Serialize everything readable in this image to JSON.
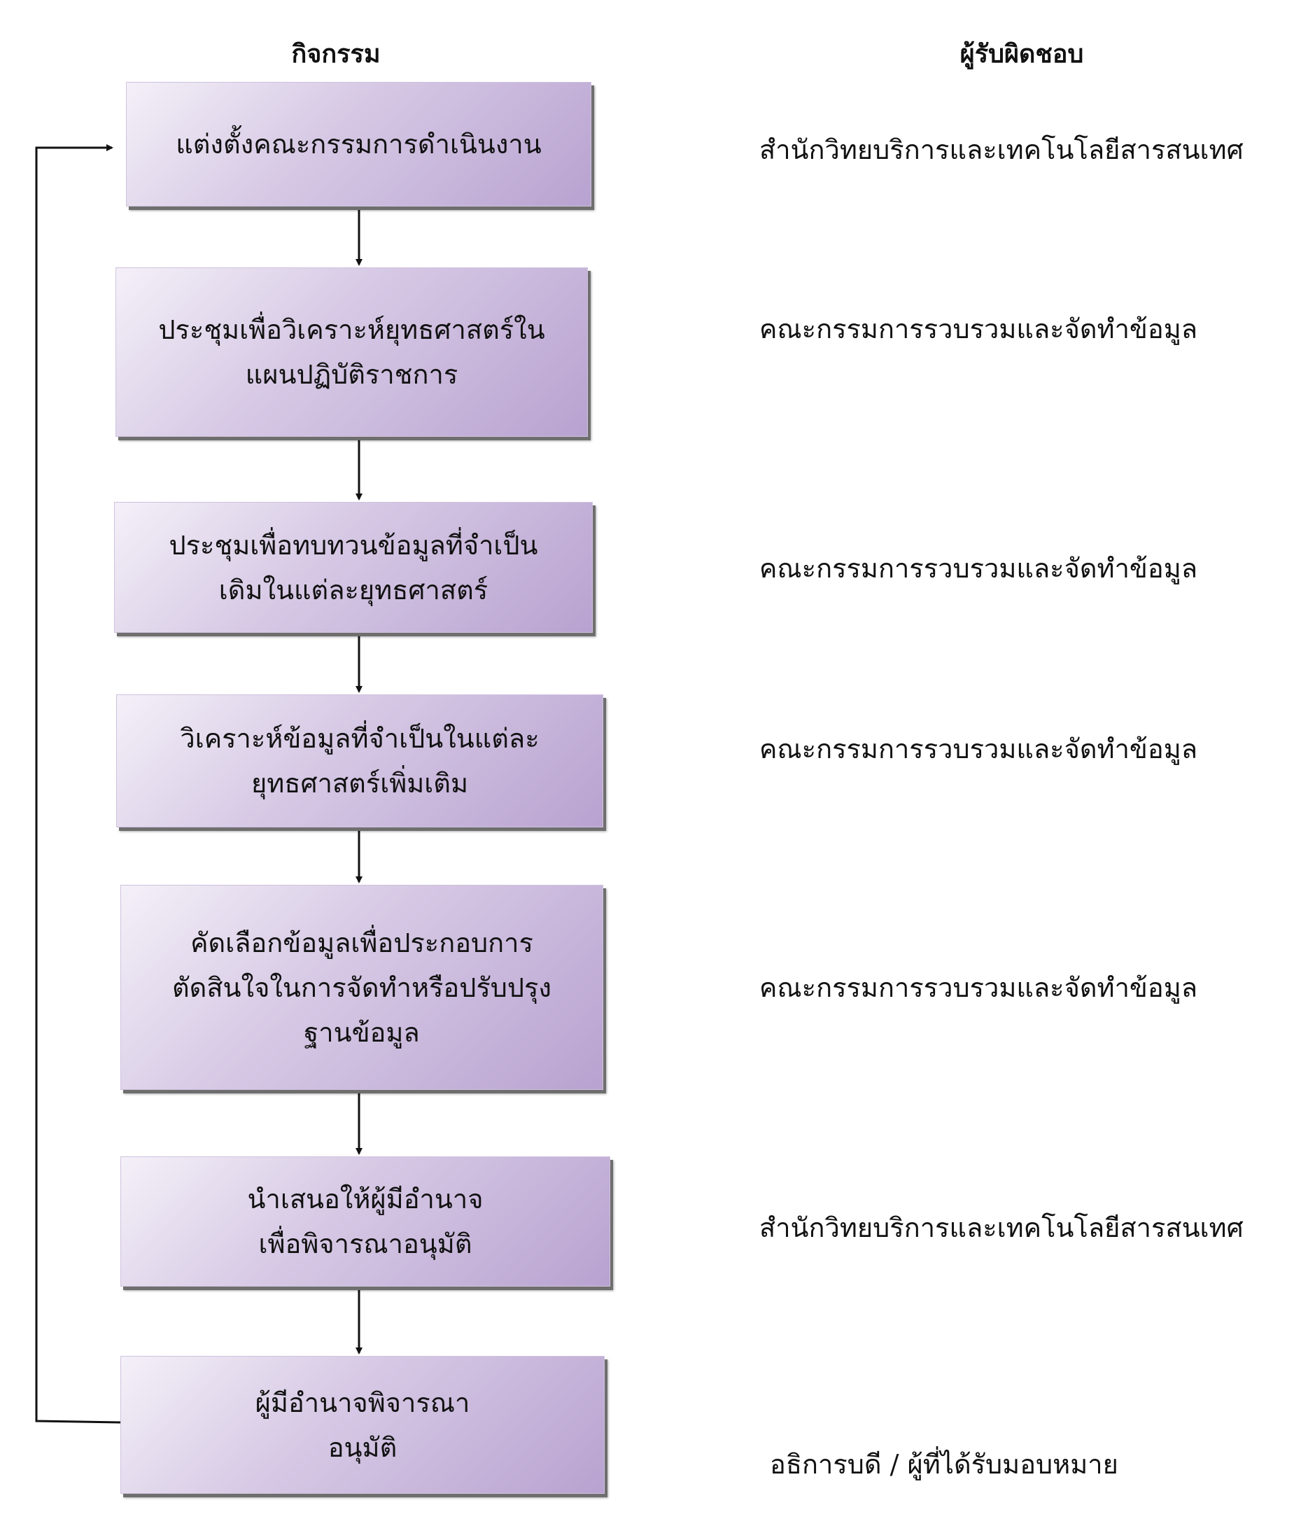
{
  "headings": {
    "activity": "กิจกรรม",
    "responsible": "ผู้รับผิดชอบ"
  },
  "steps": [
    {
      "activity": "แต่งตั้งคณะกรรมการดำเนินงาน",
      "responsible": "สำนักวิทยบริการและเทคโนโลยีสารสนเทศ"
    },
    {
      "activity": "ประชุมเพื่อวิเคราะห์ยุทธศาสตร์ใน\nแผนปฏิบัติราชการ",
      "responsible": "คณะกรรมการรวบรวมและจัดทำข้อมูล"
    },
    {
      "activity": "ประชุมเพื่อทบทวนข้อมูลที่จำเป็น\nเดิมในแต่ละยุทธศาสตร์",
      "responsible": "คณะกรรมการรวบรวมและจัดทำข้อมูล"
    },
    {
      "activity": "วิเคราะห์ข้อมูลที่จำเป็นในแต่ละ\nยุทธศาสตร์เพิ่มเติม",
      "responsible": "คณะกรรมการรวบรวมและจัดทำข้อมูล"
    },
    {
      "activity": "คัดเลือกข้อมูลเพื่อประกอบการ\nตัดสินใจในการจัดทำหรือปรับปรุง\nฐานข้อมูล",
      "responsible": "คณะกรรมการรวบรวมและจัดทำข้อมูล"
    },
    {
      "activity": "นำเสนอให้ผู้มีอำนาจ\nเพื่อพิจารณาอนุมัติ",
      "responsible": "สำนักวิทยบริการและเทคโนโลยีสารสนเทศ"
    },
    {
      "activity": "ผู้มีอำนาจพิจารณา\nอนุมัติ",
      "responsible": "อธิการบดี / ผู้ที่ได้รับมอบหมาย"
    }
  ],
  "colors": {
    "box_light": "#f4f0f8",
    "box_dark": "#b8a2d0",
    "line": "#111111"
  }
}
